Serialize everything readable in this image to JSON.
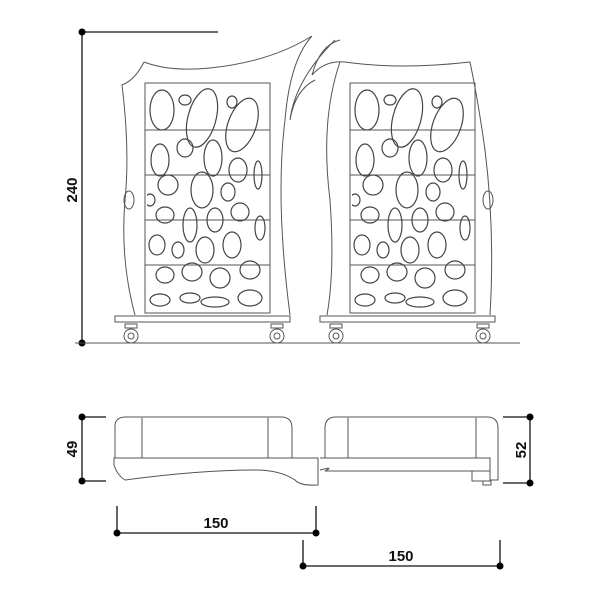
{
  "drawing": {
    "colors": {
      "line": "#555555",
      "dimension": "#111111"
    },
    "dimensions": {
      "height": "240",
      "plan_depth_left": "49",
      "plan_depth_right": "52",
      "width_left": "150",
      "width_right": "150"
    }
  }
}
